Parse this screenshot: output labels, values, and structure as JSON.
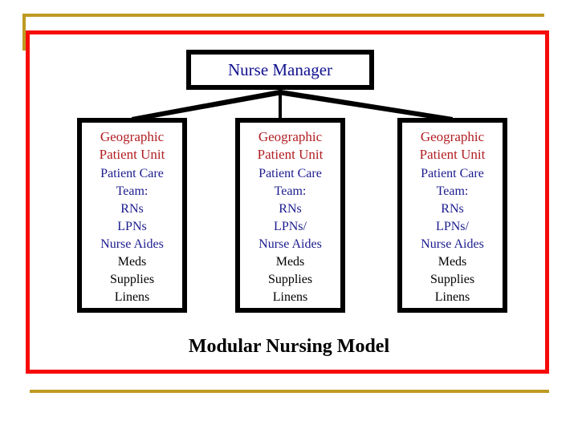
{
  "slide": {
    "caption": "Modular Nursing Model",
    "colors": {
      "gold_rule": "#bf9a22",
      "red_frame": "#f60b09",
      "node_border": "#000000",
      "root_title_text": "#11118f",
      "unit_heading_text": "#b11e22",
      "unit_blue_text": "#1b1b8e",
      "unit_black_text": "#000000"
    }
  },
  "org_chart": {
    "root": {
      "label": "Nurse Manager"
    },
    "units": [
      {
        "heading_line_1": "Geographic",
        "heading_line_2": "Patient Unit",
        "blue_lines": [
          "Patient Care",
          "Team:",
          "RNs",
          "LPNs",
          "Nurse Aides"
        ],
        "black_lines": [
          "Meds",
          "Supplies",
          "Linens"
        ]
      },
      {
        "heading_line_1": "Geographic",
        "heading_line_2": "Patient Unit",
        "blue_lines": [
          "Patient Care",
          "Team:",
          "RNs",
          "LPNs/",
          "Nurse Aides"
        ],
        "black_lines": [
          "Meds",
          "Supplies",
          "Linens"
        ]
      },
      {
        "heading_line_1": "Geographic",
        "heading_line_2": "Patient Unit",
        "blue_lines": [
          "Patient Care",
          "Team:",
          "RNs",
          "LPNs/",
          "Nurse Aides"
        ],
        "black_lines": [
          "Meds",
          "Supplies",
          "Linens"
        ]
      }
    ]
  }
}
